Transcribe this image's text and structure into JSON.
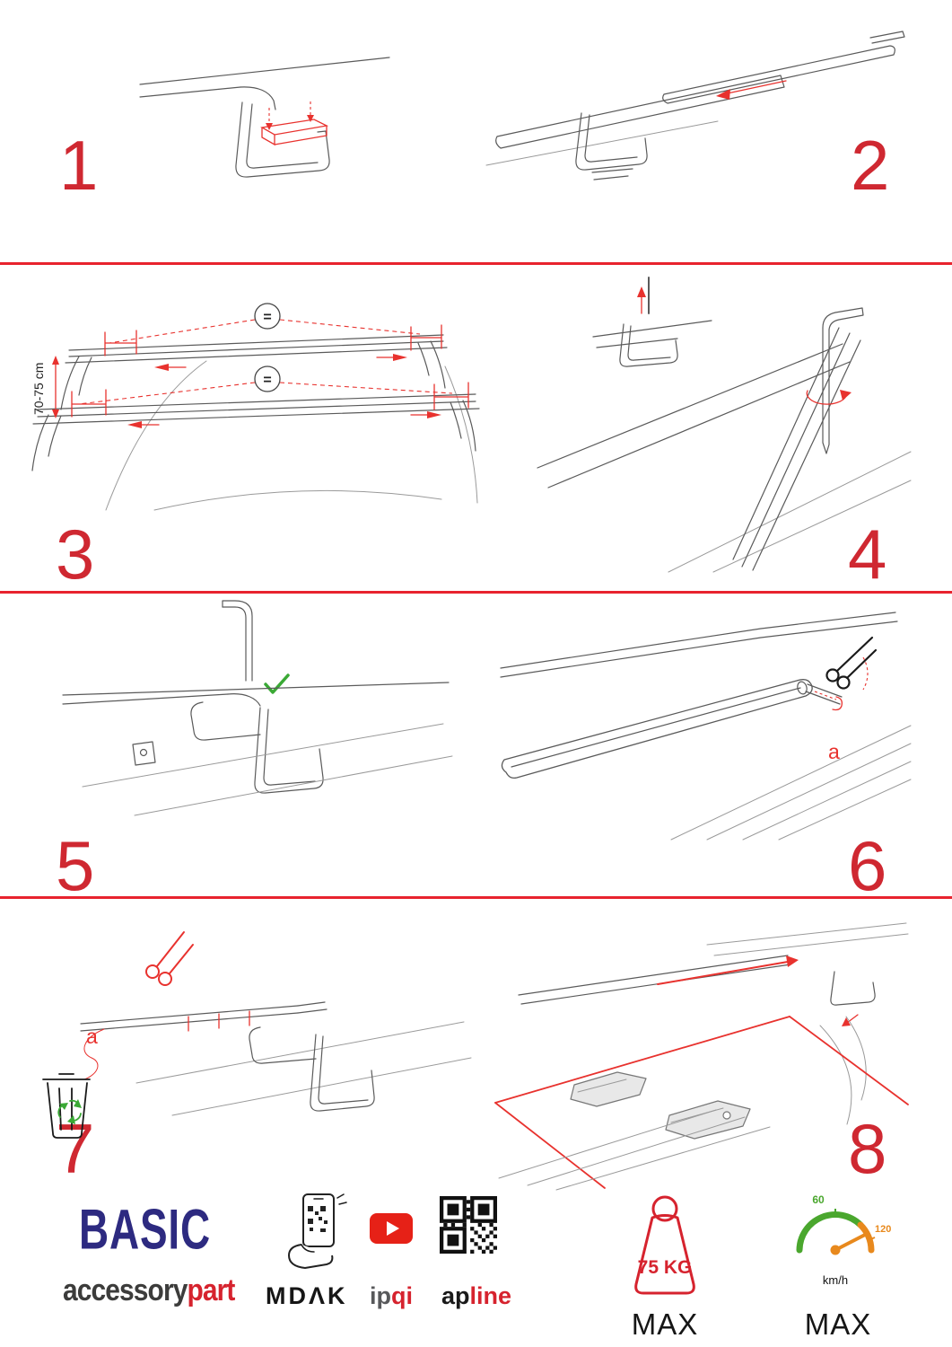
{
  "colors": {
    "accent_red": "#e8322e",
    "number_red": "#cf2831",
    "divider_red": "#e8232e",
    "brand_blue": "#2d2a80",
    "brand_red": "#d6232e",
    "green": "#3aa935",
    "orange": "#e8891d",
    "youtube_red": "#e62117"
  },
  "icons": {
    "scissors_icon": "✂",
    "checkmark_icon": "✓",
    "recycle_icon": "♻",
    "play_icon": "▶",
    "equals_icon": "=",
    "qr_icon": "qr-grid",
    "phone_qr_icon": "phone-with-qr-scan",
    "trash_icon": "waste-bin",
    "weight_icon": "kettlebell-weight",
    "speedometer_icon": "speed-gauge"
  },
  "steps": [
    {
      "number": "1"
    },
    {
      "number": "2"
    },
    {
      "number": "3",
      "dimension_label": "70-75 cm",
      "equals_symbol": "="
    },
    {
      "number": "4"
    },
    {
      "number": "5"
    },
    {
      "number": "6",
      "cut_label": "a"
    },
    {
      "number": "7",
      "cut_label": "a"
    },
    {
      "number": "8"
    }
  ],
  "footer": {
    "brand_name": "BASIC",
    "brand_line_black": "accessory",
    "brand_line_red": "part",
    "partner_mdak": "MDΛK",
    "partner_ipqi_black": "ip",
    "partner_ipqi_red": "qi",
    "partner_apline_black": "ap",
    "partner_apline_red": "line",
    "weight_limit": "75 KG",
    "weight_max_label": "MAX",
    "speed_tick_min": "60",
    "speed_tick_max": "120",
    "speed_unit": "km/h",
    "speed_max_label": "MAX"
  }
}
